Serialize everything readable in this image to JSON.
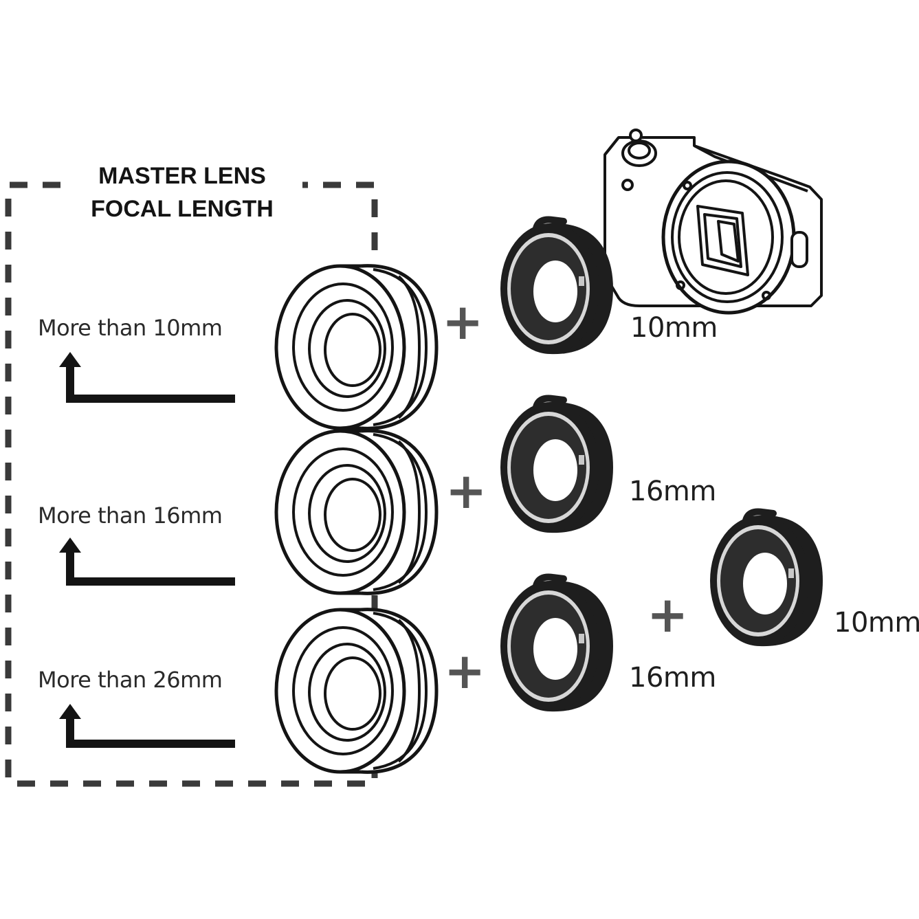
{
  "heading": {
    "line1": "MASTER LENS",
    "line2": "FOCAL LENGTH"
  },
  "rows": [
    {
      "label": "More than 10mm",
      "tubes": [
        "10mm"
      ]
    },
    {
      "label": "More than 16mm",
      "tubes": [
        "16mm"
      ]
    },
    {
      "label": "More than 26mm",
      "tubes": [
        "16mm",
        "10mm"
      ]
    }
  ],
  "plus_sign": "+",
  "icons": {
    "camera": "mirrorless-camera-body-icon",
    "lens": "master-lens-icon",
    "tube": "extension-tube-icon",
    "arrow": "elbow-arrow-up-icon"
  },
  "colors": {
    "line": "#141414",
    "dash": "#3a3a3a",
    "tube_body": "#1e1e1e",
    "plus": "#555555"
  }
}
